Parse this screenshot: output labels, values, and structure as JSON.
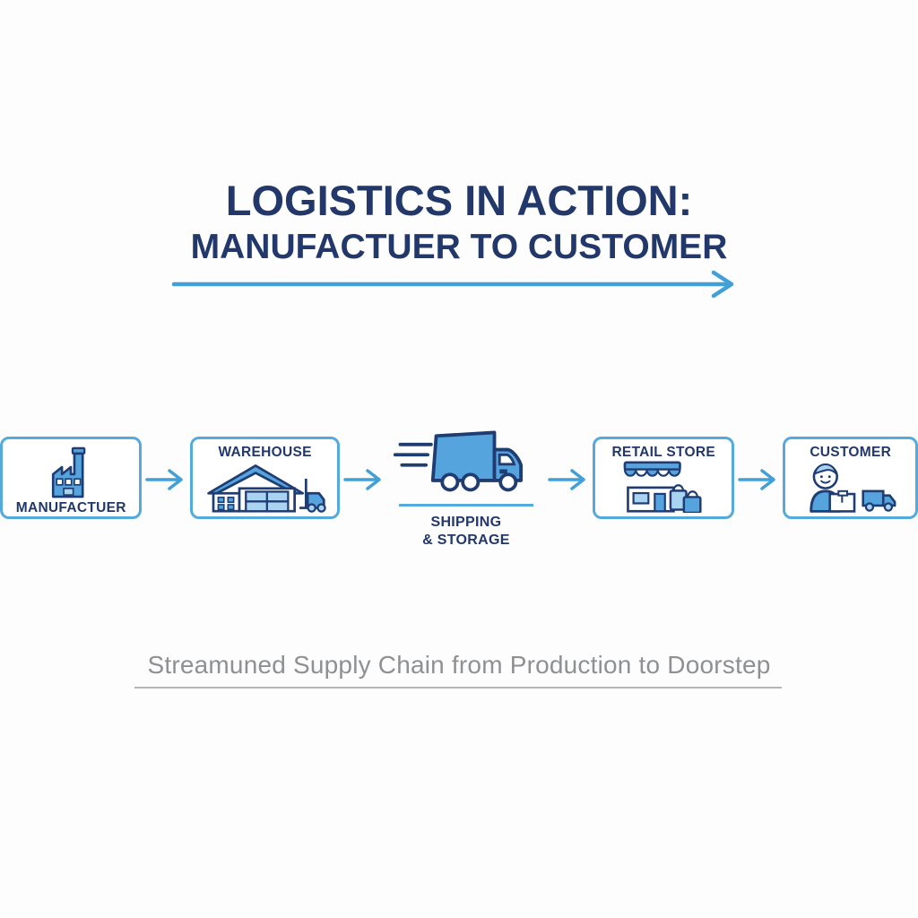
{
  "title": {
    "line1": "LOGISTICS IN ACTION:",
    "line2": "MANUFACTUER TO CUSTOMER",
    "arrow_icon": "long-right-arrow-icon"
  },
  "stages": [
    {
      "label": "MANUFACTUER",
      "icon": "factory-icon",
      "boxed": true,
      "label_position": "bottom"
    },
    {
      "label": "WAREHOUSE",
      "icon": "warehouse-forklift-icon",
      "boxed": true,
      "label_position": "top"
    },
    {
      "label": "SHIPPING & STORAGE",
      "label_line1": "SHIPPING",
      "label_line2": "& STORAGE",
      "icon": "delivery-truck-icon",
      "boxed": false,
      "label_position": "bottom"
    },
    {
      "label": "RETAIL STORE",
      "icon": "storefront-shopping-bags-icon",
      "boxed": true,
      "label_position": "top"
    },
    {
      "label": "CUSTOMER",
      "icon": "person-with-package-truck-icon",
      "boxed": true,
      "label_position": "top"
    }
  ],
  "connector_icon": "right-arrow-icon",
  "footer": {
    "subtitle": "Streamuned Supply Chain from Production to Doorstep"
  },
  "colors": {
    "background": "#fdfdfd",
    "title_navy": "#22386a",
    "icon_outline_navy": "#1f3d73",
    "icon_fill_blue": "#55a4de",
    "icon_fill_light_blue": "#a9d3f0",
    "box_border_blue": "#54aadc",
    "arrow_blue": "#42a0d8",
    "subtitle_gray": "#8f9093",
    "underline_gray": "#b5b5b7"
  }
}
